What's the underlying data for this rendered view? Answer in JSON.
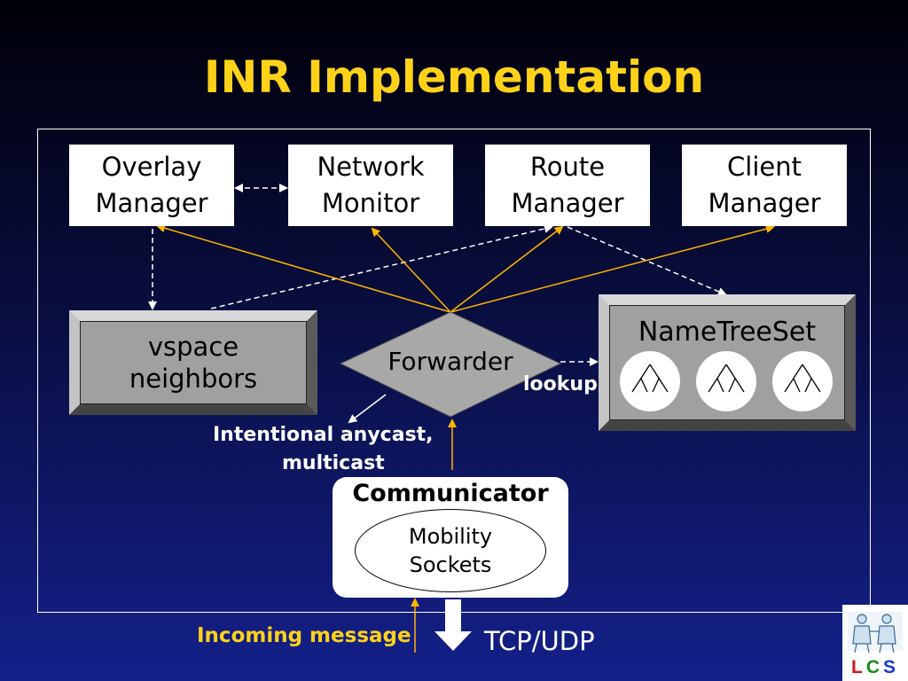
{
  "title": "INR Implementation",
  "boxes": {
    "overlay_manager": "Overlay\nManager",
    "network_monitor": "Network\nMonitor",
    "route_manager": "Route\nManager",
    "client_manager": "Client\nManager",
    "vspace_neighbors": "vspace\nneighbors",
    "forwarder": "Forwarder",
    "name_tree_set": "NameTreeSet",
    "communicator": "Communicator",
    "mobility_sockets": "Mobility\nSockets"
  },
  "labels": {
    "lookup": "lookup",
    "intentional": "Intentional anycast,",
    "multicast": "multicast",
    "incoming": "Incoming message",
    "tcp_udp": "TCP/UDP"
  },
  "logo": {
    "l": "L",
    "c": "C",
    "s": "S"
  },
  "colors": {
    "title": "#ffd21a",
    "orange_lines": "#ffb400",
    "white_lines": "#ffffff",
    "logo_l": "#d01818",
    "logo_c": "#1a8a1a",
    "logo_s": "#1a3acc"
  }
}
